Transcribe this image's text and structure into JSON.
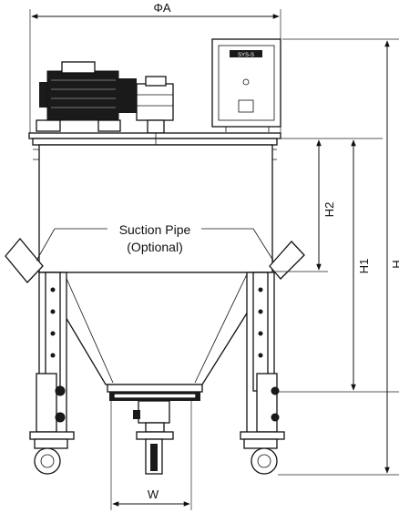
{
  "labels": {
    "diameter": "ΦA",
    "h1": "H1",
    "h2": "H2",
    "h": "H",
    "w": "W",
    "suction_line1": "Suction Pipe",
    "suction_line2": "(Optional)",
    "controller_panel": "SYS-S"
  },
  "colors": {
    "line": "#111111",
    "background": "#ffffff",
    "motor_fill": "#1a1a1a"
  },
  "icons": {
    "arrow": "arrowhead",
    "wheel": "caster-wheel"
  }
}
